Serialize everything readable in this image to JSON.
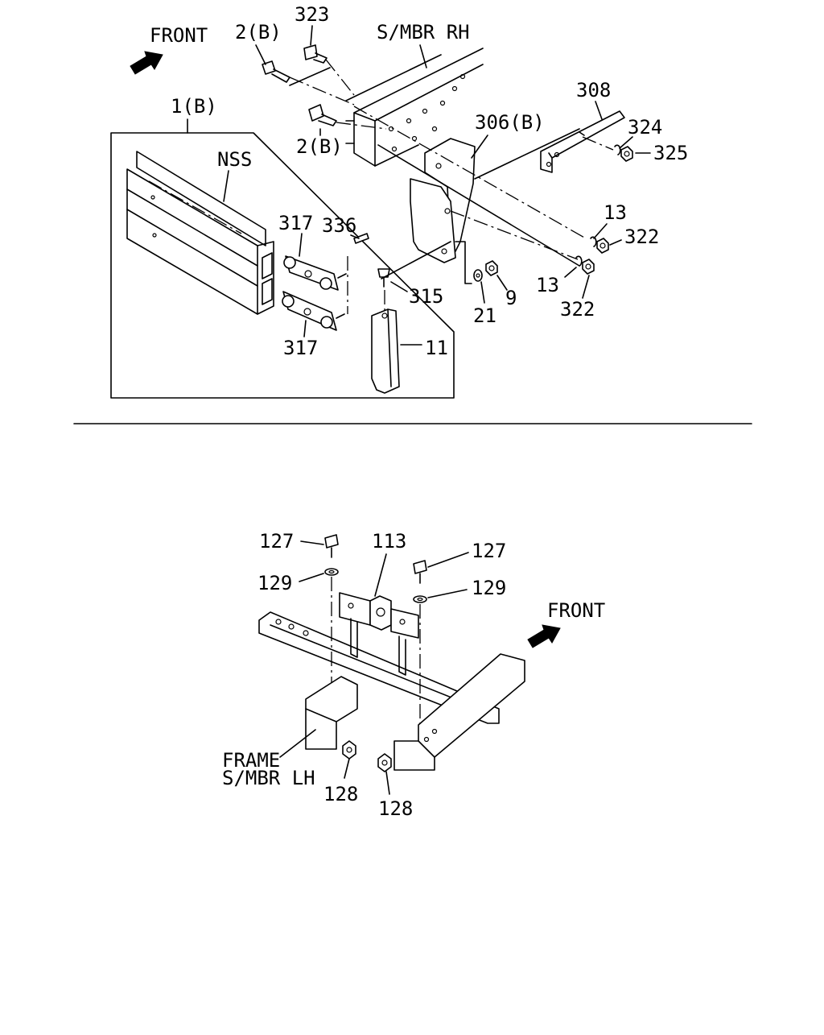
{
  "diagram": {
    "top_section": {
      "front_label": "FRONT",
      "labels": {
        "p323": "323",
        "p2b_top": "2(B)",
        "smbr_rh": "S/MBR RH",
        "p1b": "1(B)",
        "p2b_mid": "2(B)",
        "p306b": "306(B)",
        "p308": "308",
        "p324": "324",
        "p325": "325",
        "nss": "NSS",
        "p317_top": "317",
        "p336": "336",
        "p13_top": "13",
        "p322_top": "322",
        "p315": "315",
        "p9": "9",
        "p21": "21",
        "p13_bottom": "13",
        "p322_bottom": "322",
        "p317_bottom": "317",
        "p11": "11"
      }
    },
    "bottom_section": {
      "front_label": "FRONT",
      "labels": {
        "p127_left": "127",
        "p113": "113",
        "p127_right": "127",
        "p129_left": "129",
        "p129_right": "129",
        "frame_line1": "FRAME",
        "frame_line2": "S/MBR LH",
        "p128_left": "128",
        "p128_right": "128"
      }
    }
  }
}
